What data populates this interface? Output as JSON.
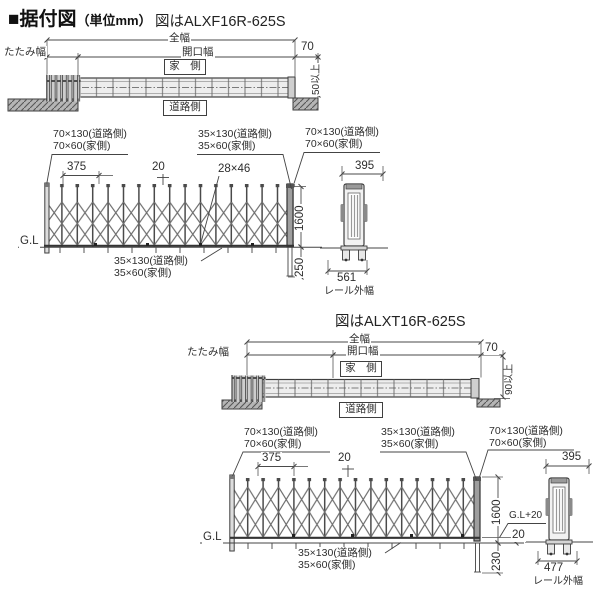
{
  "header": {
    "title_main": "■据付図",
    "title_unit": "（単位mm）"
  },
  "d1": {
    "caption": "図はALXF16R-625S",
    "plan": {
      "total_width": "全幅",
      "opening_width": "開口幅",
      "folded_width": "たたみ幅",
      "house_side": "家　側",
      "road_side": "道路側",
      "dim_70": "70",
      "dim_50min": "50以上"
    },
    "elev": {
      "post_main_road": "70×130(道路側)",
      "post_main_house": "70×60(家側)",
      "post_mid_road": "35×130(道路側)",
      "post_mid_house": "35×60(家側)",
      "dim_375": "375",
      "dim_20": "20",
      "dim_28x46": "28×46",
      "gl": "G.L",
      "dim_1600": "1600",
      "dim_250": "250"
    },
    "side": {
      "dim_395": "395",
      "dim_561": "561",
      "rail_width": "レール外幅"
    }
  },
  "d2": {
    "caption": "図はALXT16R-625S",
    "plan": {
      "total_width": "全幅",
      "opening_width": "開口幅",
      "folded_width": "たたみ幅",
      "house_side": "家　側",
      "road_side": "道路側",
      "dim_70": "70",
      "dim_90min": "90以上"
    },
    "elev": {
      "post_main_road": "70×130(道路側)",
      "post_main_house": "70×60(家側)",
      "post_mid_road": "35×130(道路側)",
      "post_mid_house": "35×60(家側)",
      "dim_375": "375",
      "dim_20": "20",
      "gl": "G.L",
      "dim_1600": "1600",
      "gl_plus20": "G.L+20",
      "dim_20b": "20",
      "dim_230": "230"
    },
    "side": {
      "dim_395": "395",
      "dim_477": "477",
      "rail_width": "レール外幅"
    }
  }
}
